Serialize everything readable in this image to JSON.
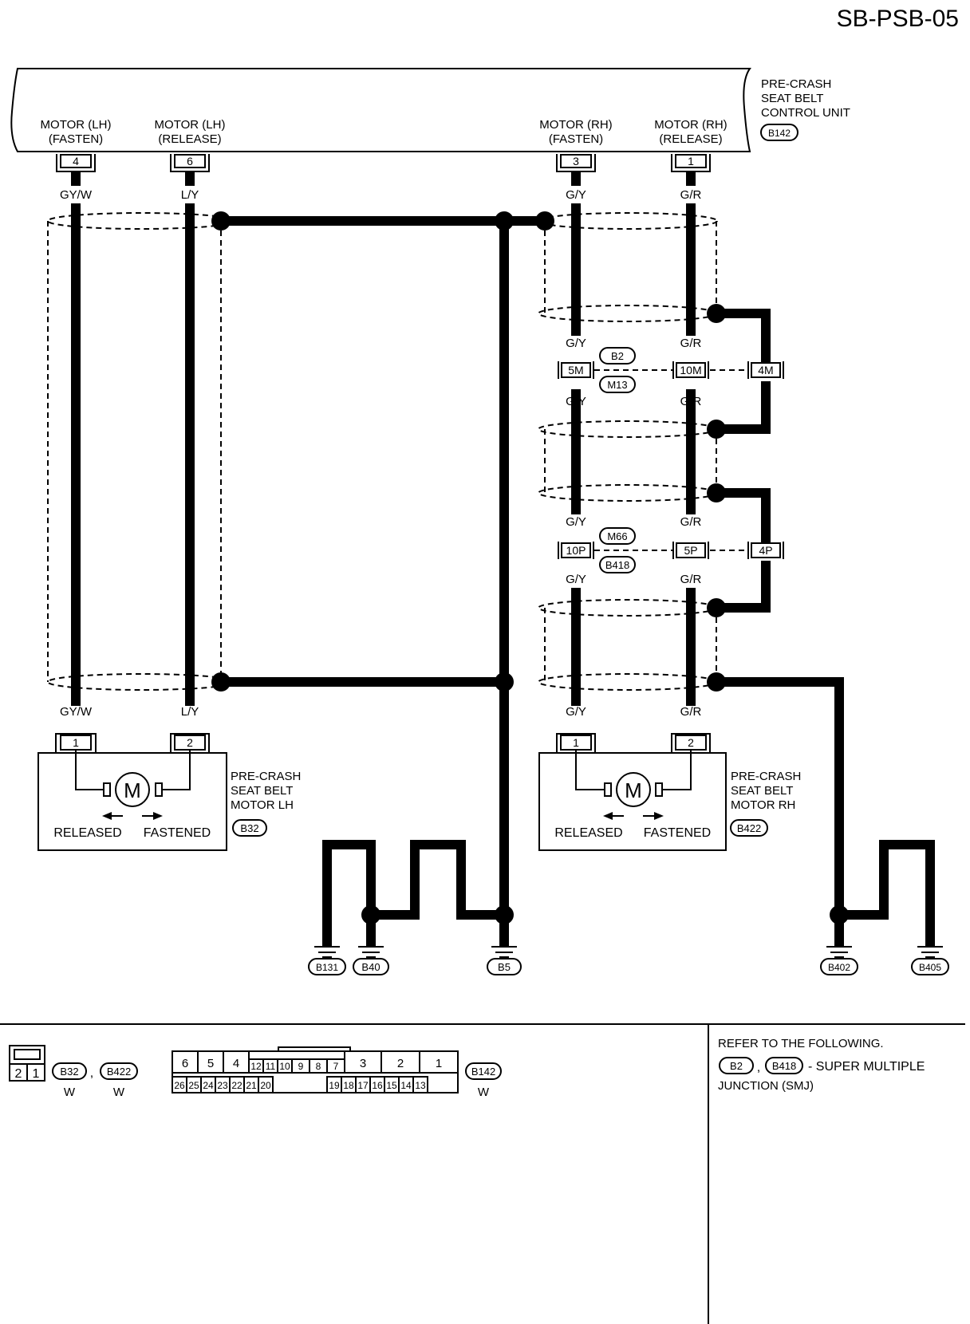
{
  "page_id": "SB-PSB-05",
  "control_unit": {
    "name_lines": [
      "PRE-CRASH",
      "SEAT BELT",
      "CONTROL UNIT"
    ],
    "connector": "B142",
    "terminals": [
      {
        "pin": "4",
        "label_lines": [
          "MOTOR (LH)",
          "(FASTEN)"
        ],
        "wire": "GY/W"
      },
      {
        "pin": "6",
        "label_lines": [
          "MOTOR (LH)",
          "(RELEASE)"
        ],
        "wire": "L/Y"
      },
      {
        "pin": "3",
        "label_lines": [
          "MOTOR (RH)",
          "(FASTEN)"
        ],
        "wire": "G/Y"
      },
      {
        "pin": "1",
        "label_lines": [
          "MOTOR (RH)",
          "(RELEASE)"
        ],
        "wire": "G/R"
      }
    ]
  },
  "junctions": [
    {
      "connectors": [
        "B2",
        "M13"
      ],
      "pins": [
        "5M",
        "10M",
        "4M"
      ],
      "wires_above": [
        "G/Y",
        "G/R"
      ],
      "wires_below": [
        "G/Y",
        "G/R"
      ]
    },
    {
      "connectors": [
        "M66",
        "B418"
      ],
      "pins": [
        "10P",
        "5P",
        "4P"
      ],
      "wires_above": [
        "G/Y",
        "G/R"
      ],
      "wires_below": [
        "G/Y",
        "G/R"
      ]
    }
  ],
  "motors": [
    {
      "name_lines": [
        "PRE-CRASH",
        "SEAT BELT",
        "MOTOR LH"
      ],
      "connector": "B32",
      "pins": [
        "1",
        "2"
      ],
      "wires": [
        "GY/W",
        "L/Y"
      ],
      "symbol": "M",
      "released": "RELEASED",
      "fastened": "FASTENED"
    },
    {
      "name_lines": [
        "PRE-CRASH",
        "SEAT BELT",
        "MOTOR RH"
      ],
      "connector": "B422",
      "pins": [
        "1",
        "2"
      ],
      "wires": [
        "G/Y",
        "G/R"
      ],
      "symbol": "M",
      "released": "RELEASED",
      "fastened": "FASTENED"
    }
  ],
  "shield_wire_color": "B",
  "grounds": [
    "B131",
    "B40",
    "B5",
    "B402",
    "B405"
  ],
  "connector_views": {
    "small": {
      "pins": [
        "2",
        "1"
      ],
      "connectors": [
        "B32",
        "B422"
      ],
      "colors": [
        "W",
        "W"
      ],
      "separator": ","
    },
    "large": {
      "top_row": [
        "6",
        "5",
        "4",
        "12",
        "11",
        "10",
        "9",
        "8",
        "7",
        "3",
        "2",
        "1"
      ],
      "bottom_row": [
        "26",
        "25",
        "24",
        "23",
        "22",
        "21",
        "20",
        "19",
        "18",
        "17",
        "16",
        "15",
        "14",
        "13"
      ],
      "connector": "B142",
      "color": "W"
    }
  },
  "note": {
    "line1": "REFER TO THE FOLLOWING.",
    "connectors": [
      "B2",
      "B418"
    ],
    "separator": ",",
    "line2": "- SUPER MULTIPLE",
    "line3": "JUNCTION (SMJ)"
  }
}
